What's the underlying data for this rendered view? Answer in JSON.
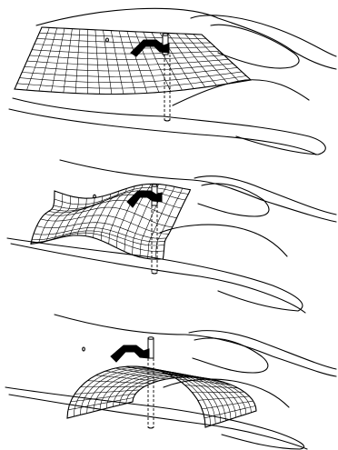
{
  "figure": {
    "panels": [
      {
        "id": "panel-1",
        "mesh_state": "flat-grid"
      },
      {
        "id": "panel-2",
        "mesh_state": "wavy-grid"
      },
      {
        "id": "panel-3",
        "mesh_state": "arched-grid"
      }
    ]
  }
}
